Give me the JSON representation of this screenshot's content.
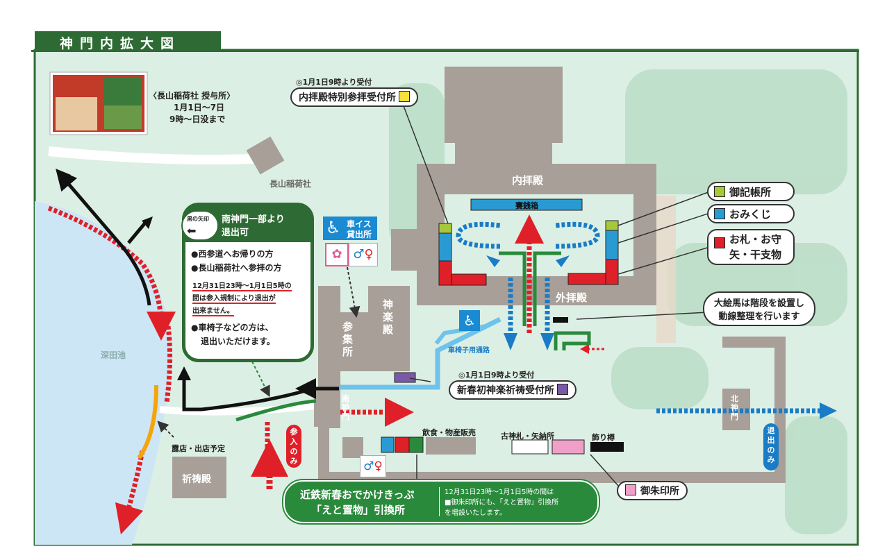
{
  "title": "神門内拡大図",
  "photo_caption": {
    "line1": "〈長山稲荷社 授与所〉",
    "line2": "1月1日～7日",
    "line3": "9時～日没まで"
  },
  "places": {
    "nagayama": "長山稲荷社",
    "naihaiden": "内拝殿",
    "saisenbako": "賽銭箱",
    "gehaiden": "外拝殿",
    "kaguraden": "神楽殿",
    "sanshujo": "参集所",
    "minami_shinmon": "南神門",
    "kita_shinmon": "北神門",
    "fukadaike": "深田池",
    "kitouden": "祈祷殿",
    "roten": "露店・出店予定",
    "food": "飲食・物産販売",
    "kofuda": "古神札・矢納所",
    "kazaridaru": "飾り樽",
    "wheelchair_path": "車椅子用通路",
    "sannyu": "参入のみ",
    "taishutsu": "退出のみ"
  },
  "callouts": {
    "special_note": "◎1月1日9時より受付",
    "special": "内拝殿特別参拝受付所",
    "kagura_note": "◎1月1日9時より受付",
    "kagura": "新春初神楽祈祷受付所",
    "ema_line1": "大絵馬は階段を設置し",
    "ema_line2": "動線整理を行います",
    "goshuin": "御朱印所",
    "wheelchair_line1": "車イス",
    "wheelchair_line2": "貸出所"
  },
  "legend": [
    {
      "label": "御記帳所",
      "color": "#a8c83c"
    },
    {
      "label": "おみくじ",
      "color": "#2a9bd2"
    },
    {
      "label": "お札・お守",
      "label2": "矢・干支物",
      "color": "#e02028"
    }
  ],
  "notice": {
    "arrow_label": "黒の矢印",
    "title1": "南神門一部より",
    "title2": "退出可",
    "b1": "●西参道へお帰りの方",
    "b2": "●長山稲荷社へ参拝の方",
    "warn1": "12月31日23時～1月1日5時の",
    "warn2": "間は参入規制により退出が",
    "warn3": "出来ません。",
    "b3": "●車椅子などの方は、",
    "b4": "退出いただけます。"
  },
  "kintetsu": {
    "line1": "近鉄新春おでかけきっぷ",
    "line2": "「えと置物」引換所"
  },
  "bottom_note": {
    "line1": "12月31日23時～1月1日5時の間は",
    "line2": "■御朱印所にも、「えと置物」引換所",
    "line3": "を増設いたします。"
  },
  "colors": {
    "header_green": "#2e6b34",
    "map_bg": "#dcefe4",
    "building": "#a89f99",
    "pond": "#cde6f5",
    "red": "#e02028",
    "blue": "#1a7cc6",
    "green": "#2a8a3c",
    "yellow": "#f4e33a",
    "pink": "#f0a0c8",
    "purple": "#7a5aa8",
    "orange": "#f5a40a",
    "light_blue": "#6fc3ea"
  }
}
